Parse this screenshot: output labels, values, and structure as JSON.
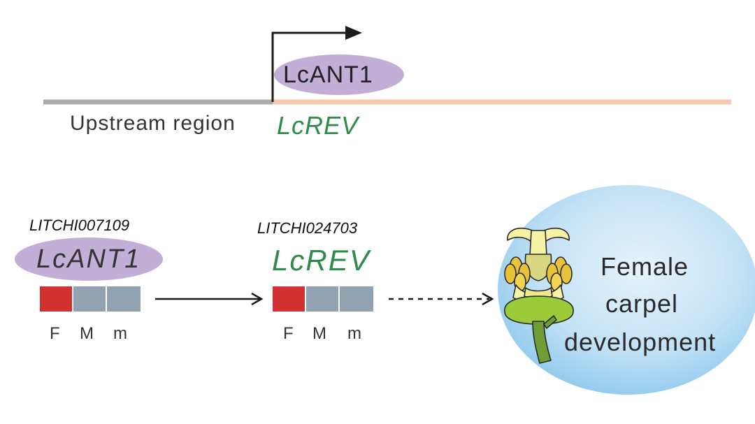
{
  "promoter": {
    "bound_protein": "LcANT1",
    "upstream_label": "Upstream region",
    "gene_label": "LcREV",
    "colors": {
      "upstream": "#aaaaaa",
      "gene": "#f7c9ae",
      "protein": "#c1afd8",
      "gene_text": "#2e8b4a"
    }
  },
  "regulation": {
    "source": {
      "id": "LITCHI007109",
      "name": "LcANT1",
      "expression_labels": [
        "F",
        "M",
        "m"
      ]
    },
    "target": {
      "id": "LITCHI024703",
      "name": "LcREV",
      "expression_labels": [
        "F",
        "M",
        "m"
      ]
    },
    "outcome": {
      "line1": "Female",
      "line2": "carpel",
      "line3": "development"
    },
    "colors": {
      "high": "#d23131",
      "low": "#93a2b0",
      "outcome_bg": "#bfe0f5"
    }
  }
}
